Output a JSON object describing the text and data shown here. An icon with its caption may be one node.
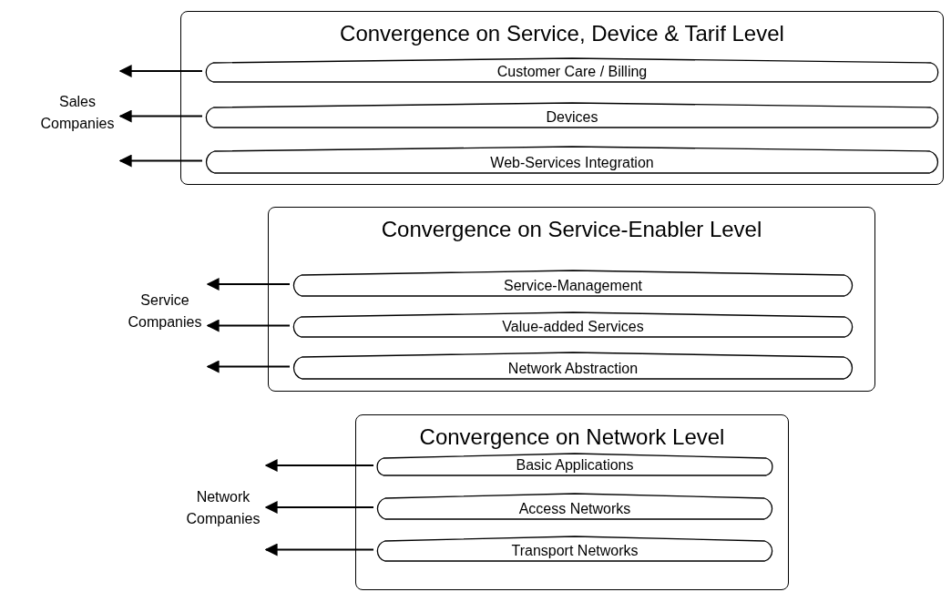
{
  "diagram": {
    "nodes": [
      {
        "text": [
          "Convergence on Service, Device & Tarif Level"
        ]
      },
      {
        "text": [
          "Customer Care / Billing"
        ],
        "in": 0
      },
      {
        "text": [
          "Devices"
        ],
        "in": 0
      },
      {
        "text": [
          "Web-Services Integration"
        ],
        "in": 0
      },
      {
        "text": [
          "Sales Companies"
        ]
      },
      {
        "text": [
          "Convergence on Service-Enabler Level"
        ]
      },
      {
        "text": [
          "Service-Management"
        ],
        "in": 5
      },
      {
        "text": [
          "Value-added Services"
        ],
        "in": 5
      },
      {
        "text": [
          "Network Abstraction"
        ],
        "in": 5
      },
      {
        "text": [
          "Service Companies"
        ]
      },
      {
        "text": [
          "Convergence on Network Level"
        ]
      },
      {
        "text": [
          "Basic Applications"
        ],
        "in": 10
      },
      {
        "text": [
          "Access Networks"
        ],
        "in": 10
      },
      {
        "text": [
          "Transport Networks"
        ],
        "in": 10
      },
      {
        "text": [
          "Network Companies"
        ]
      }
    ],
    "edges": [
      {
        "from": 1,
        "to": 4,
        "arrow": "to"
      },
      {
        "from": 2,
        "to": 4,
        "arrow": "to"
      },
      {
        "from": 3,
        "to": 4,
        "arrow": "to"
      },
      {
        "from": 6,
        "to": 9,
        "arrow": "to"
      },
      {
        "from": 7,
        "to": 9,
        "arrow": "to"
      },
      {
        "from": 8,
        "to": 9,
        "arrow": "to"
      },
      {
        "from": 11,
        "to": 14,
        "arrow": "to"
      },
      {
        "from": 12,
        "to": 14,
        "arrow": "to"
      },
      {
        "from": 13,
        "to": 14,
        "arrow": "to"
      }
    ]
  }
}
